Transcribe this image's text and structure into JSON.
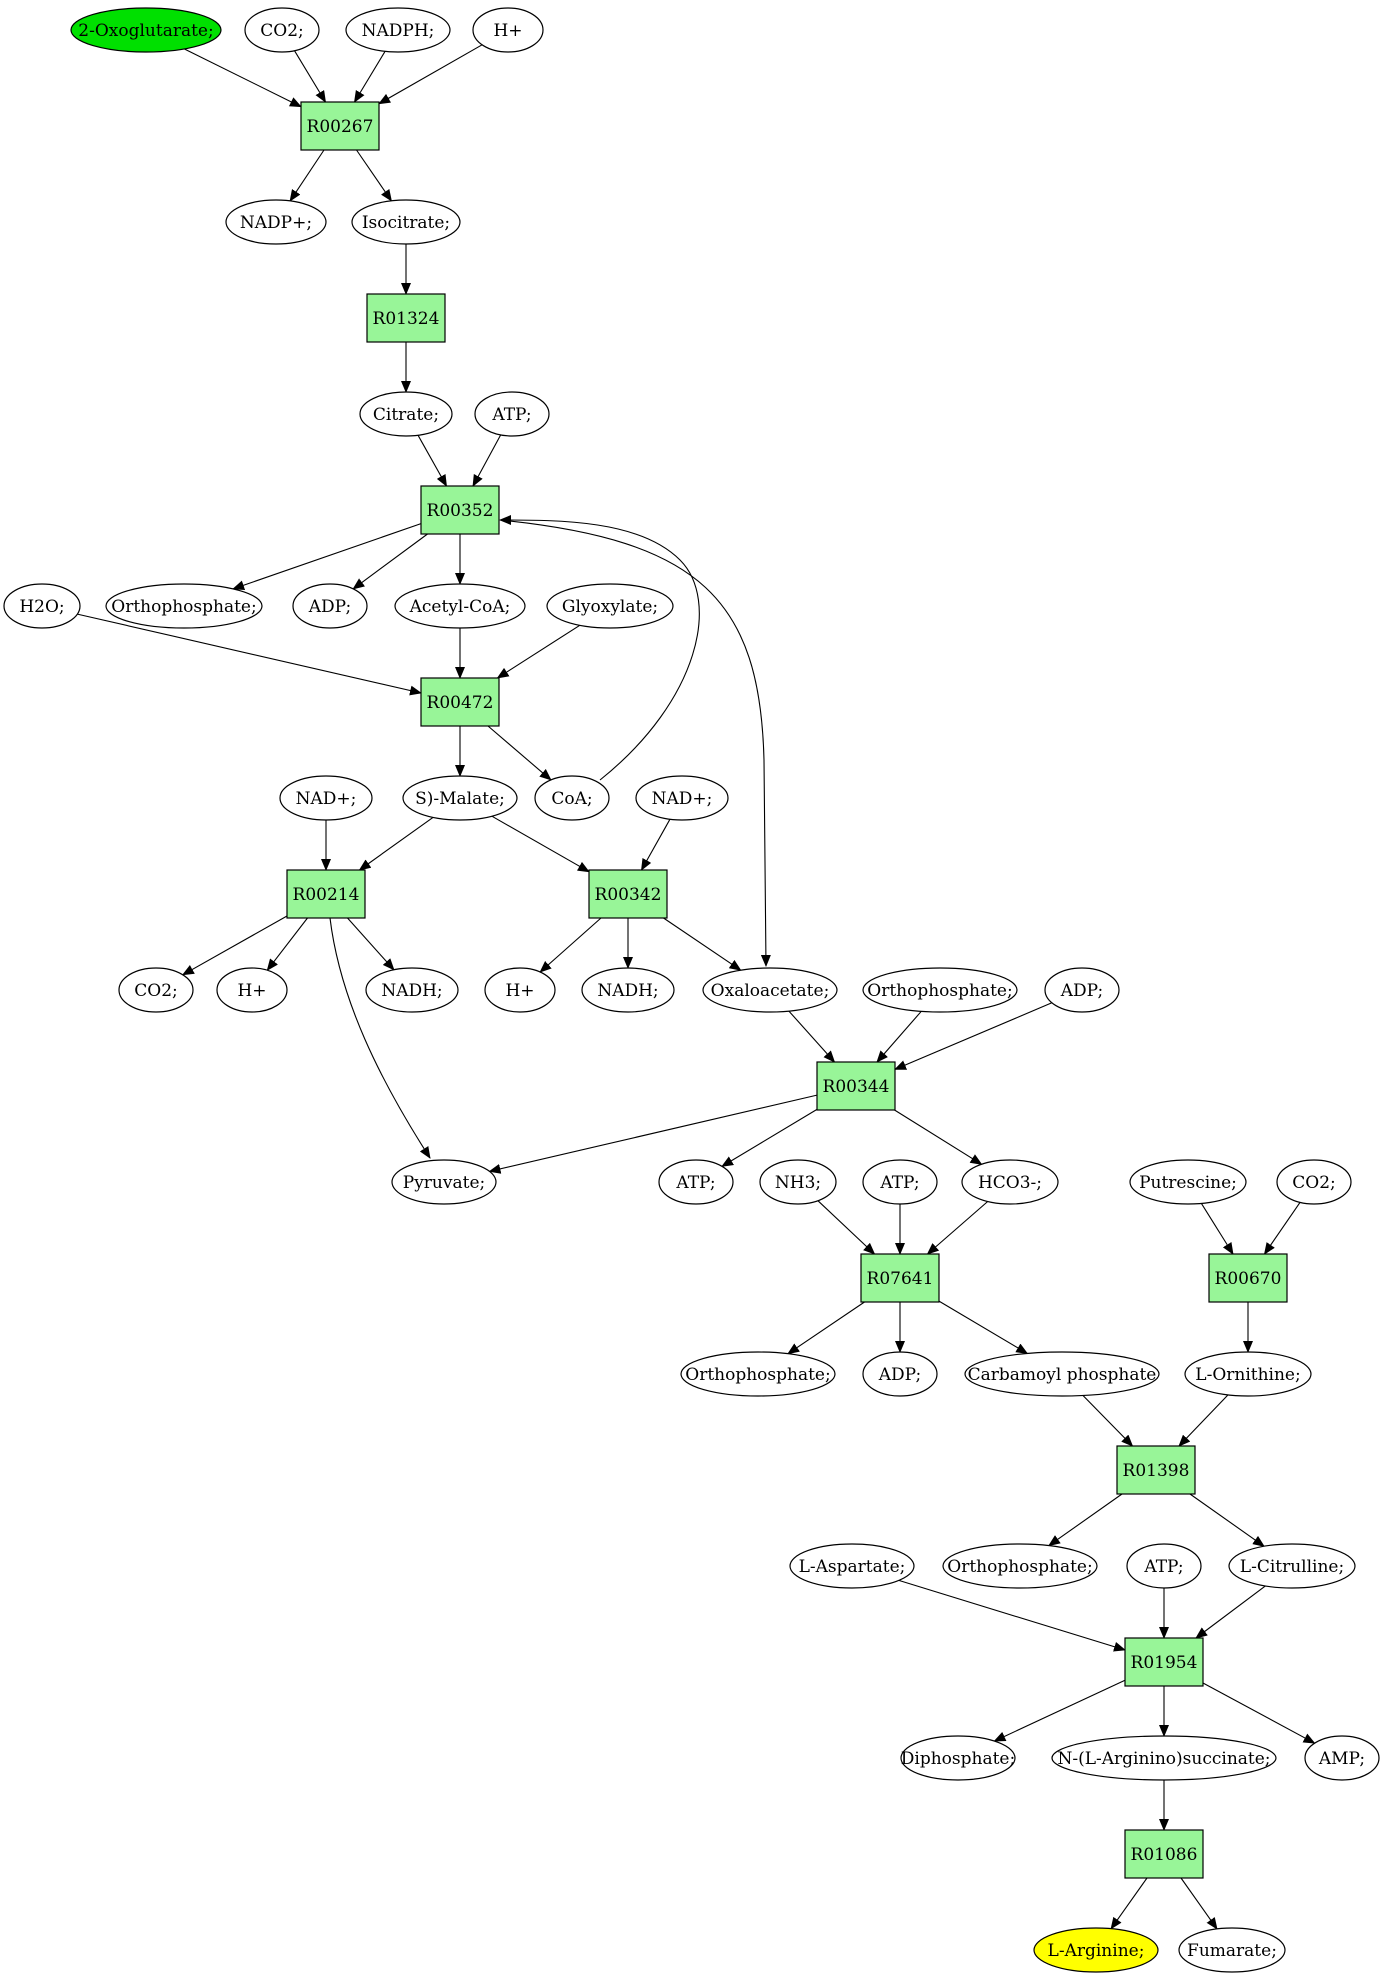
{
  "colors": {
    "reaction_fill": "#98f598",
    "start_fill": "#00e000",
    "end_fill": "#ffff00",
    "compound_fill": "#ffffff",
    "stroke": "#000000"
  },
  "reactions": {
    "R00267": "R00267",
    "R01324": "R01324",
    "R00352": "R00352",
    "R00472": "R00472",
    "R00214": "R00214",
    "R00342": "R00342",
    "R00344": "R00344",
    "R07641": "R07641",
    "R00670": "R00670",
    "R01398": "R01398",
    "R01954": "R01954",
    "R01086": "R01086"
  },
  "compounds": {
    "oxoglutarate": "2-Oxoglutarate;",
    "co2_a": "CO2;",
    "nadph": "NADPH;",
    "hplus_a": "H+",
    "nadp": "NADP+;",
    "isocitrate": "Isocitrate;",
    "citrate": "Citrate;",
    "atp_a": "ATP;",
    "h2o": "H2O;",
    "orthophosphate_a": "Orthophosphate;",
    "adp_a": "ADP;",
    "acetylcoa": "Acetyl-CoA;",
    "glyoxylate": "Glyoxylate;",
    "nad_a": "NAD+;",
    "malate": "S)-Malate;",
    "coa": "CoA;",
    "nad_b": "NAD+;",
    "co2_b": "CO2;",
    "hplus_b": "H+",
    "nadh_a": "NADH;",
    "hplus_c": "H+",
    "nadh_b": "NADH;",
    "oxaloacetate": "Oxaloacetate;",
    "orthophosphate_b": "Orthophosphate;",
    "adp_b": "ADP;",
    "pyruvate": "Pyruvate;",
    "atp_b": "ATP;",
    "nh3": "NH3;",
    "atp_c": "ATP;",
    "hco3": "HCO3-;",
    "putrescine": "Putrescine;",
    "co2_c": "CO2;",
    "orthophosphate_c": "Orthophosphate;",
    "adp_c": "ADP;",
    "carbamoyl": "Carbamoyl phosphate",
    "ornithine": "L-Ornithine;",
    "aspartate": "L-Aspartate;",
    "orthophosphate_d": "Orthophosphate;",
    "atp_d": "ATP;",
    "citrulline": "L-Citrulline;",
    "diphosphate": "Diphosphate;",
    "argininosuccinate": "N-(L-Arginino)succinate;",
    "amp": "AMP;",
    "arginine": "L-Arginine;",
    "fumarate": "Fumarate;"
  }
}
